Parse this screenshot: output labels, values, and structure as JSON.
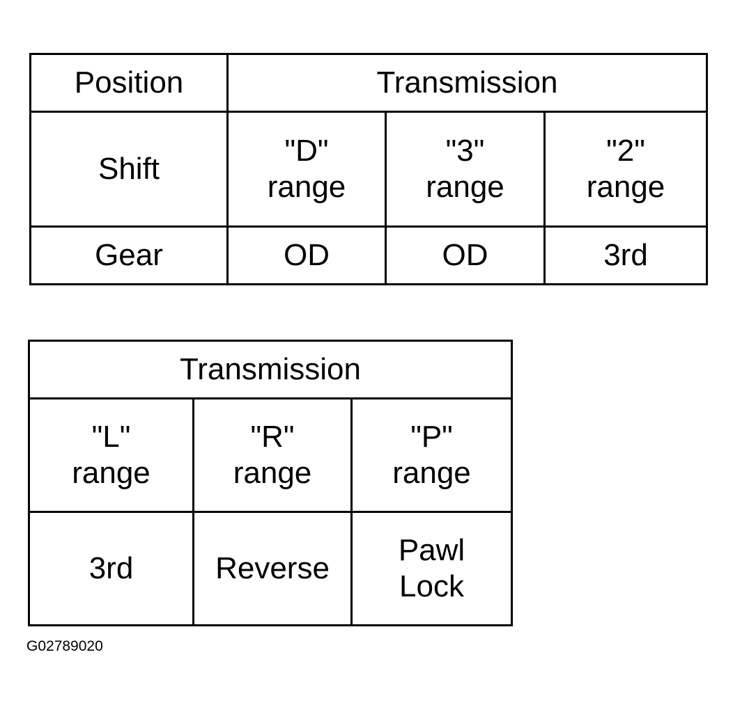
{
  "table_1": {
    "header": {
      "position": "Position",
      "transmission": "Transmission"
    },
    "shift_row": {
      "label": "Shift",
      "cells": [
        {
          "line1": "\"D\"",
          "line2": "range"
        },
        {
          "line1": "\"3\"",
          "line2": "range"
        },
        {
          "line1": "\"2\"",
          "line2": "range"
        }
      ]
    },
    "gear_row": {
      "label": "Gear",
      "cells": [
        "OD",
        "OD",
        "3rd"
      ]
    }
  },
  "table_2": {
    "header": {
      "transmission": "Transmission"
    },
    "shift_row": {
      "cells": [
        {
          "line1": "\"L\"",
          "line2": "range"
        },
        {
          "line1": "\"R\"",
          "line2": "range"
        },
        {
          "line1": "\"P\"",
          "line2": "range"
        }
      ]
    },
    "gear_row": {
      "cells": [
        {
          "line1": "3rd",
          "line2": ""
        },
        {
          "line1": "Reverse",
          "line2": ""
        },
        {
          "line1": "Pawl",
          "line2": "Lock"
        }
      ]
    }
  },
  "figure_id": "G02789020"
}
